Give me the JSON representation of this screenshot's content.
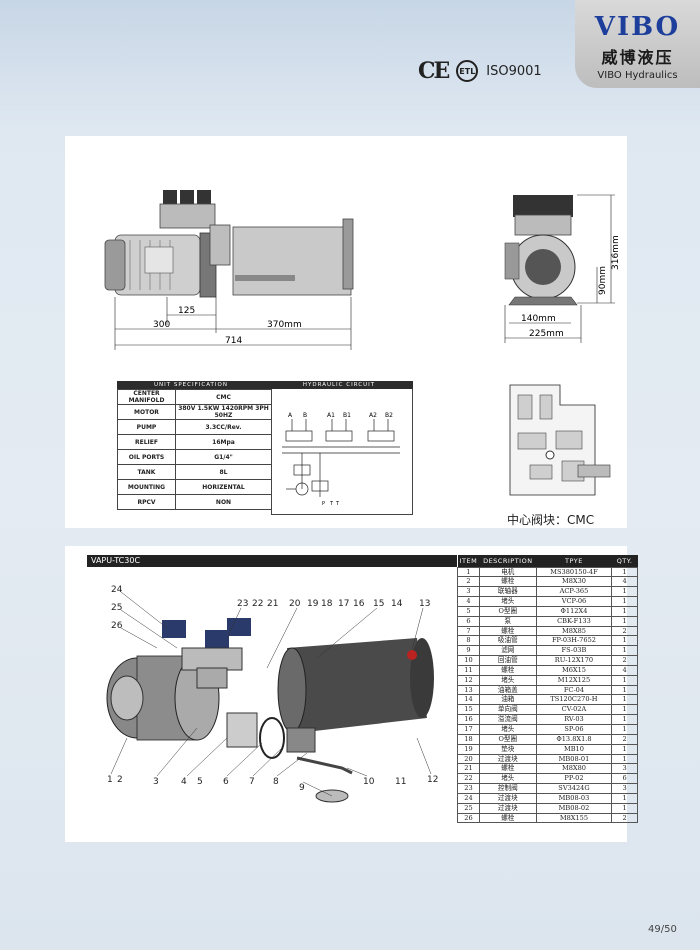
{
  "brand": {
    "logo": "VIBO",
    "name_cn": "威博液压",
    "name_en": "VIBO Hydraulics"
  },
  "certs": {
    "ce": "CE",
    "etl": "ETL",
    "iso": "ISO9001"
  },
  "drawing": {
    "dims_front": [
      "125",
      "300",
      "370mm",
      "714"
    ],
    "dims_side": [
      "316mm",
      "90mm",
      "140mm",
      "225mm"
    ]
  },
  "spec": {
    "header_left": "UNIT SPECIFICATION",
    "header_right": "HYDRAULIC CIRCUIT",
    "rows": [
      {
        "label": "CENTER MANIFOLD",
        "value": "CMC"
      },
      {
        "label": "MOTOR",
        "value": "380V 1.5KW 1420RPM 3PH 50HZ"
      },
      {
        "label": "PUMP",
        "value": "3.3CC/Rev."
      },
      {
        "label": "RELIEF",
        "value": "16Mpa"
      },
      {
        "label": "OIL PORTS",
        "value": "G1/4\""
      },
      {
        "label": "TANK",
        "value": "8L"
      },
      {
        "label": "MOUNTING",
        "value": "HORIZENTAL"
      },
      {
        "label": "RPCV",
        "value": "NON"
      }
    ],
    "circuit_ports": [
      "A",
      "B",
      "A1",
      "B1",
      "A2",
      "B2",
      "P",
      "T",
      "T"
    ]
  },
  "cmc_label": "中心阀块：CMC",
  "exploded": {
    "title": "VAPU-TC30C",
    "callouts": [
      "24",
      "25",
      "26",
      "23",
      "22",
      "21",
      "20",
      "19",
      "18",
      "17",
      "16",
      "15",
      "14",
      "13",
      "1",
      "2",
      "3",
      "4",
      "5",
      "6",
      "7",
      "8",
      "9",
      "10",
      "11",
      "12"
    ]
  },
  "parts": {
    "headers": [
      "ITEM",
      "DESCRIPTION",
      "TPYE",
      "QTY."
    ],
    "rows": [
      [
        "1",
        "电机",
        "MS380150-4F",
        "1"
      ],
      [
        "2",
        "螺栓",
        "M8X30",
        "4"
      ],
      [
        "3",
        "联轴器",
        "ACP-365",
        "1"
      ],
      [
        "4",
        "堵头",
        "VCP-06",
        "1"
      ],
      [
        "5",
        "O型圈",
        "Φ112X4",
        "1"
      ],
      [
        "6",
        "泵",
        "CBK-F133",
        "1"
      ],
      [
        "7",
        "螺栓",
        "M8X85",
        "2"
      ],
      [
        "8",
        "吸油管",
        "FP-03H-7652",
        "1"
      ],
      [
        "9",
        "滤网",
        "FS-03B",
        "1"
      ],
      [
        "10",
        "回油管",
        "RU-12X170",
        "2"
      ],
      [
        "11",
        "螺栓",
        "M6X15",
        "4"
      ],
      [
        "12",
        "堵头",
        "M12X125",
        "1"
      ],
      [
        "13",
        "油箱盖",
        "FC-04",
        "1"
      ],
      [
        "14",
        "油箱",
        "TS120C270-H",
        "1"
      ],
      [
        "15",
        "单向阀",
        "CV-02A",
        "1"
      ],
      [
        "16",
        "溢流阀",
        "RV-03",
        "1"
      ],
      [
        "17",
        "堵头",
        "SP-06",
        "1"
      ],
      [
        "18",
        "O型圈",
        "Φ13.8X1.8",
        "2"
      ],
      [
        "19",
        "垫块",
        "MB10",
        "1"
      ],
      [
        "20",
        "过渡块",
        "MB08-01",
        "1"
      ],
      [
        "21",
        "螺栓",
        "M8X80",
        "3"
      ],
      [
        "22",
        "堵头",
        "PP-02",
        "6"
      ],
      [
        "23",
        "控制阀",
        "SV3424G",
        "3"
      ],
      [
        "24",
        "过渡块",
        "MB08-03",
        "1"
      ],
      [
        "25",
        "过渡块",
        "MB08-02",
        "1"
      ],
      [
        "26",
        "螺栓",
        "M8X155",
        "2"
      ]
    ]
  },
  "page_number": "49/50"
}
